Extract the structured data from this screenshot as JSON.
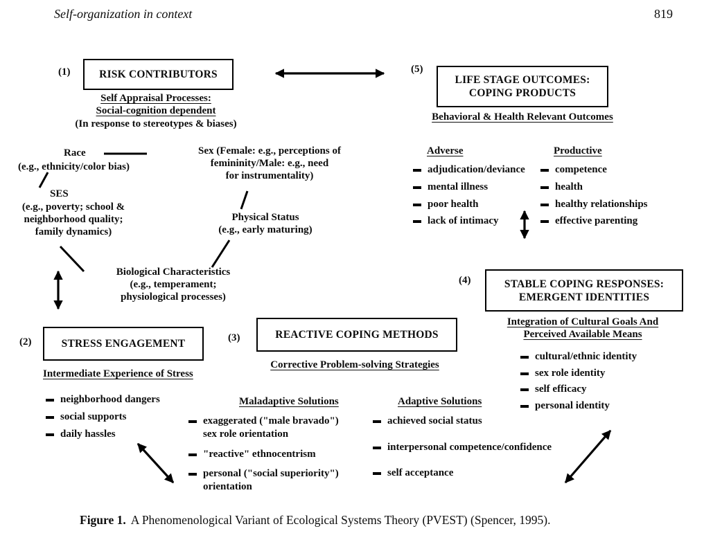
{
  "page": {
    "running_head": "Self-organization in context",
    "page_number": "819",
    "caption_label": "Figure 1.",
    "caption_text": "A Phenomenological Variant of Ecological Systems Theory (PVEST) (Spencer, 1995)."
  },
  "nodes": {
    "risk": {
      "number": "(1)",
      "title": "RISK CONTRIBUTORS",
      "subtitle_lines": [
        "Self Appraisal Processes:",
        "Social-cognition dependent"
      ],
      "note": "(In response to stereotypes & biases)",
      "race_label": "Race",
      "race_detail": "(e.g., ethnicity/color bias)",
      "sex_lines": [
        "Sex (Female: e.g., perceptions of",
        "femininity/Male: e.g., need",
        "for instrumentality)"
      ],
      "ses_label": "SES",
      "ses_detail_lines": [
        "(e.g., poverty; school &",
        "neighborhood quality;",
        "family dynamics)"
      ],
      "physical_lines": [
        "Physical Status",
        "(e.g., early maturing)"
      ],
      "biological_lines": [
        "Biological Characteristics",
        "(e.g., temperament;",
        "physiological processes)"
      ]
    },
    "stress": {
      "number": "(2)",
      "title": "STRESS ENGAGEMENT",
      "subtitle": "Intermediate Experience of Stress",
      "items": [
        "neighborhood dangers",
        "social supports",
        "daily hassles"
      ]
    },
    "coping": {
      "number": "(3)",
      "title": "REACTIVE COPING METHODS",
      "subtitle": "Corrective Problem-solving Strategies",
      "maladaptive_heading": "Maladaptive Solutions",
      "maladaptive_items": [
        [
          "exaggerated (\"male bravado\")",
          "sex role orientation"
        ],
        [
          "\"reactive\" ethnocentrism"
        ],
        [
          "personal (\"social superiority\")",
          "orientation"
        ]
      ],
      "adaptive_heading": "Adaptive Solutions",
      "adaptive_items": [
        [
          "achieved social status"
        ],
        [
          "interpersonal competence/confidence"
        ],
        [
          "self acceptance"
        ]
      ]
    },
    "outcomes": {
      "number": "(5)",
      "title_lines": [
        "LIFE STAGE OUTCOMES:",
        "COPING PRODUCTS"
      ],
      "subtitle": "Behavioral & Health Relevant Outcomes",
      "adverse_heading": "Adverse",
      "adverse_items": [
        "adjudication/deviance",
        "mental illness",
        "poor health",
        "lack of intimacy"
      ],
      "productive_heading": "Productive",
      "productive_items": [
        "competence",
        "health",
        "healthy relationships",
        "effective parenting"
      ]
    },
    "identities": {
      "number": "(4)",
      "title_lines": [
        "STABLE COPING RESPONSES:",
        "EMERGENT IDENTITIES"
      ],
      "subtitle_lines": [
        "Integration of Cultural Goals And",
        "Perceived Available Means"
      ],
      "items": [
        "cultural/ethnic identity",
        "sex role identity",
        "self efficacy",
        "personal identity"
      ]
    }
  }
}
